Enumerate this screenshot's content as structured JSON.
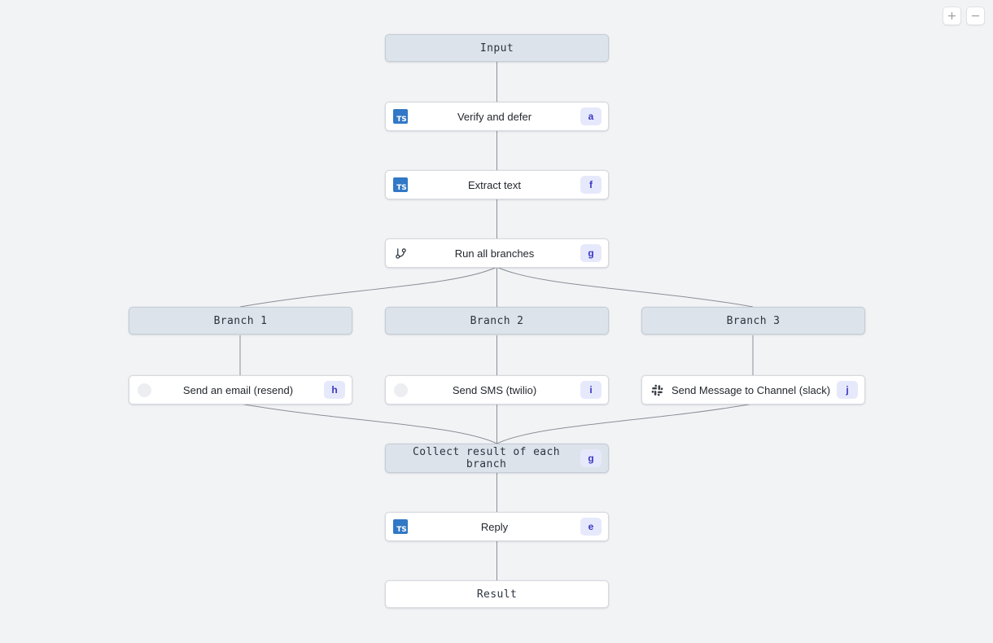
{
  "canvas": {
    "background_color": "#f2f3f5",
    "edge_color": "#8a8f98"
  },
  "zoom_controls": {
    "zoom_in_label": "+",
    "zoom_in_icon": "plus-icon",
    "zoom_out_label": "−",
    "zoom_out_icon": "minus-icon"
  },
  "theme": {
    "block_fill": "#dde3ea",
    "block_border": "#c3cdd7",
    "step_fill": "#ffffff",
    "step_border": "#d6d9de",
    "badge_fill": "#e6e9fb",
    "badge_text": "#3b36c4",
    "ts_icon_fill": "#3178c6"
  },
  "nodes": {
    "input": {
      "label": "Input",
      "kind": "block"
    },
    "verify": {
      "label": "Verify and defer",
      "badge": "a",
      "icon": "typescript-icon"
    },
    "extract": {
      "label": "Extract text",
      "badge": "f",
      "icon": "typescript-icon"
    },
    "run_all": {
      "label": "Run all branches",
      "badge": "g",
      "icon": "git-branch-icon"
    },
    "branch1": {
      "label": "Branch 1",
      "kind": "block"
    },
    "branch2": {
      "label": "Branch 2",
      "kind": "block"
    },
    "branch3": {
      "label": "Branch 3",
      "kind": "block"
    },
    "email": {
      "label": "Send an email (resend)",
      "badge": "h",
      "icon": "resend-icon"
    },
    "sms": {
      "label": "Send SMS (twilio)",
      "badge": "i",
      "icon": "twilio-icon"
    },
    "slack": {
      "label": "Send Message to Channel (slack)",
      "badge": "j",
      "icon": "slack-icon"
    },
    "collect": {
      "label": "Collect result of each branch",
      "badge": "g",
      "kind": "block"
    },
    "reply": {
      "label": "Reply",
      "badge": "e",
      "icon": "typescript-icon"
    },
    "result": {
      "label": "Result",
      "kind": "block"
    }
  }
}
